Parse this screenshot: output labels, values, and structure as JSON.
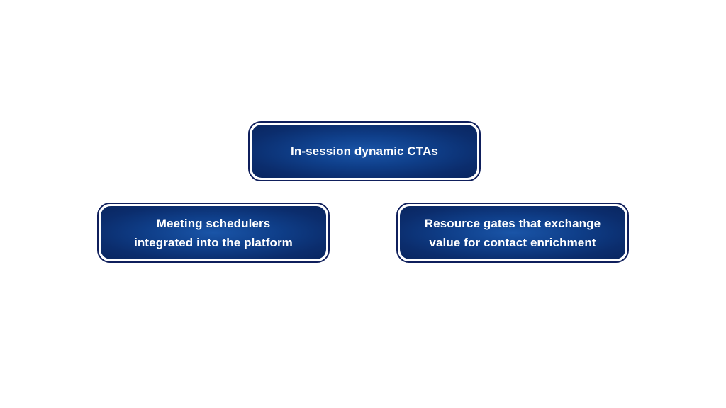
{
  "nodes": {
    "top": {
      "lines": [
        "In-session dynamic CTAs"
      ]
    },
    "left": {
      "lines": [
        "Meeting schedulers",
        "integrated into the platform"
      ]
    },
    "right": {
      "lines": [
        "Resource gates that exchange",
        "value for contact enrichment"
      ]
    }
  },
  "colors": {
    "background": "#ffffff",
    "box_fill": "#0f3f8a",
    "box_border": "#0f1f5c",
    "text": "#ffffff"
  }
}
